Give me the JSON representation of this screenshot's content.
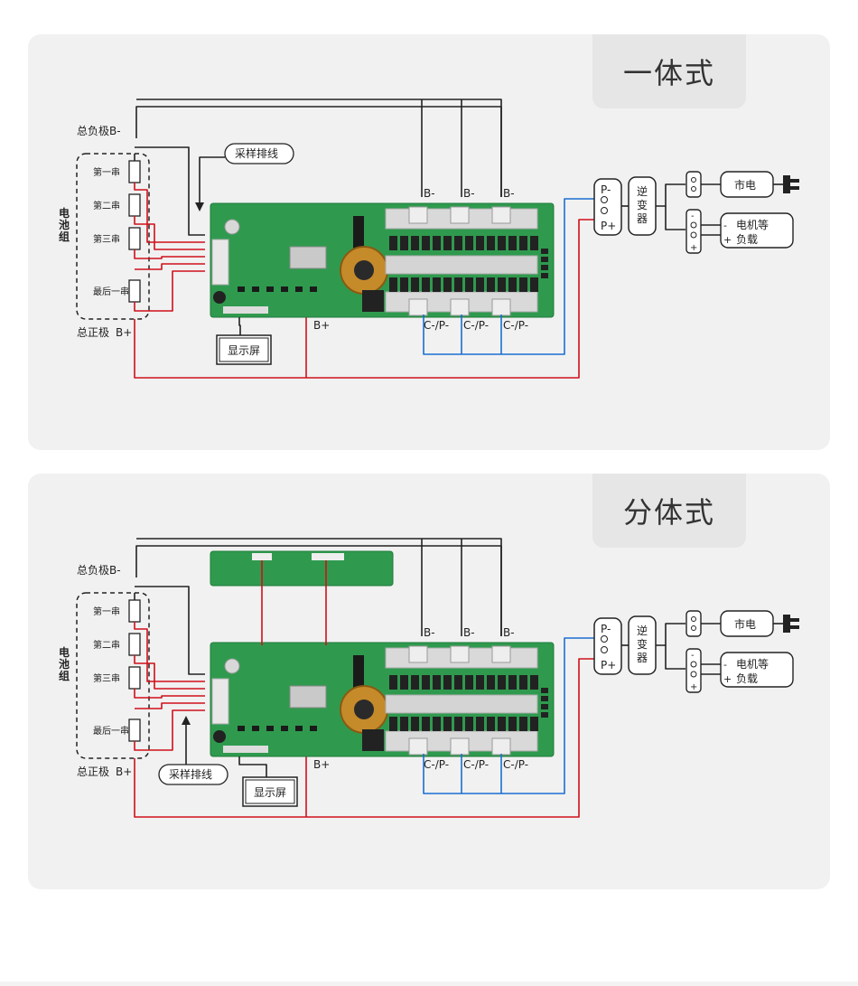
{
  "panels": [
    {
      "id": "integrated",
      "title": "一体式",
      "labels": {
        "total_negative": "总负极B-",
        "total_positive_prefix": "总正极",
        "total_positive_suffix": "B+",
        "battery_pack": [
          "电",
          "池",
          "组"
        ],
        "cells": [
          "第一串",
          "第二串",
          "第三串",
          "最后一串"
        ],
        "sampling_wire": "采样排线",
        "display": "显示屏",
        "b_plus": "B+",
        "b_minus": [
          "B-",
          "B-",
          "B-"
        ],
        "c_p_minus": [
          "C-/P-",
          "C-/P-",
          "C-/P-"
        ],
        "p_minus": "P-",
        "p_plus": "P+",
        "inverter": [
          "逆",
          "变",
          "器"
        ],
        "mains": "市电",
        "load_line1": "电机等",
        "load_line2": "负载",
        "minus_sign": "-",
        "plus_sign": "+"
      }
    },
    {
      "id": "split",
      "title": "分体式",
      "labels": {
        "total_negative": "总负极B-",
        "total_positive_prefix": "总正极",
        "total_positive_suffix": "B+",
        "battery_pack": [
          "电",
          "池",
          "组"
        ],
        "cells": [
          "第一串",
          "第二串",
          "第三串",
          "最后一串"
        ],
        "sampling_wire": "采样排线",
        "display": "显示屏",
        "b_plus": "B+",
        "b_minus": [
          "B-",
          "B-",
          "B-"
        ],
        "c_p_minus": [
          "C-/P-",
          "C-/P-",
          "C-/P-"
        ],
        "p_minus": "P-",
        "p_plus": "P+",
        "inverter": [
          "逆",
          "变",
          "器"
        ],
        "mains": "市电",
        "load_line1": "电机等",
        "load_line2": "负载",
        "minus_sign": "-",
        "plus_sign": "+"
      }
    }
  ],
  "colors": {
    "negative_wire": "#222222",
    "positive_wire": "#d0101a",
    "discharge_wire": "#1a6fd1",
    "pcb_green": "#2f9a4e",
    "pcb_dark": "#1f7a3a",
    "panel_bg": "#f1f1f1",
    "tag_bg": "#e6e6e6"
  }
}
